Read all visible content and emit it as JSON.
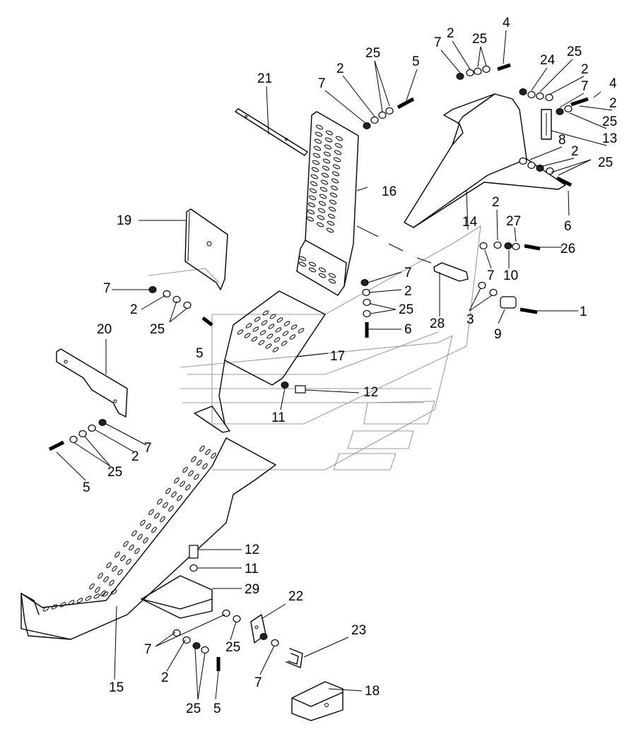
{
  "callouts": [
    {
      "id": "c-21",
      "text": "21"
    },
    {
      "id": "c-7a",
      "text": "7"
    },
    {
      "id": "c-2a",
      "text": "2"
    },
    {
      "id": "c-25a",
      "text": "25"
    },
    {
      "id": "c-5a",
      "text": "5"
    },
    {
      "id": "c-7b",
      "text": "7"
    },
    {
      "id": "c-2b",
      "text": "2"
    },
    {
      "id": "c-25b",
      "text": "25"
    },
    {
      "id": "c-4a",
      "text": "4"
    },
    {
      "id": "c-24",
      "text": "24"
    },
    {
      "id": "c-25c",
      "text": "25"
    },
    {
      "id": "c-2c",
      "text": "2"
    },
    {
      "id": "c-7c",
      "text": "7"
    },
    {
      "id": "c-4b",
      "text": "4"
    },
    {
      "id": "c-2d",
      "text": "2"
    },
    {
      "id": "c-25d",
      "text": "25"
    },
    {
      "id": "c-13",
      "text": "13"
    },
    {
      "id": "c-8",
      "text": "8"
    },
    {
      "id": "c-2e",
      "text": "2"
    },
    {
      "id": "c-25e",
      "text": "25"
    },
    {
      "id": "c-16",
      "text": "16"
    },
    {
      "id": "c-6a",
      "text": "6"
    },
    {
      "id": "c-14",
      "text": "14"
    },
    {
      "id": "c-2f",
      "text": "2"
    },
    {
      "id": "c-27",
      "text": "27"
    },
    {
      "id": "c-26",
      "text": "26"
    },
    {
      "id": "c-19",
      "text": "19"
    },
    {
      "id": "c-7d",
      "text": "7"
    },
    {
      "id": "c-10",
      "text": "10"
    },
    {
      "id": "c-7e",
      "text": "7"
    },
    {
      "id": "c-2g",
      "text": "2"
    },
    {
      "id": "c-25f",
      "text": "25"
    },
    {
      "id": "c-1",
      "text": "1"
    },
    {
      "id": "c-7f",
      "text": "7"
    },
    {
      "id": "c-2h",
      "text": "2"
    },
    {
      "id": "c-25g",
      "text": "25"
    },
    {
      "id": "c-3",
      "text": "3"
    },
    {
      "id": "c-9",
      "text": "9"
    },
    {
      "id": "c-28",
      "text": "28"
    },
    {
      "id": "c-6b",
      "text": "6"
    },
    {
      "id": "c-20",
      "text": "20"
    },
    {
      "id": "c-5b",
      "text": "5"
    },
    {
      "id": "c-17",
      "text": "17"
    },
    {
      "id": "c-12a",
      "text": "12"
    },
    {
      "id": "c-11a",
      "text": "11"
    },
    {
      "id": "c-7g",
      "text": "7"
    },
    {
      "id": "c-2i",
      "text": "2"
    },
    {
      "id": "c-25h",
      "text": "25"
    },
    {
      "id": "c-5c",
      "text": "5"
    },
    {
      "id": "c-12b",
      "text": "12"
    },
    {
      "id": "c-11b",
      "text": "11"
    },
    {
      "id": "c-29",
      "text": "29"
    },
    {
      "id": "c-22",
      "text": "22"
    },
    {
      "id": "c-23",
      "text": "23"
    },
    {
      "id": "c-7h",
      "text": "7"
    },
    {
      "id": "c-25i",
      "text": "25"
    },
    {
      "id": "c-2j",
      "text": "2"
    },
    {
      "id": "c-7i",
      "text": "7"
    },
    {
      "id": "c-15",
      "text": "15"
    },
    {
      "id": "c-18",
      "text": "18"
    },
    {
      "id": "c-25j",
      "text": "25"
    },
    {
      "id": "c-5d",
      "text": "5"
    }
  ]
}
